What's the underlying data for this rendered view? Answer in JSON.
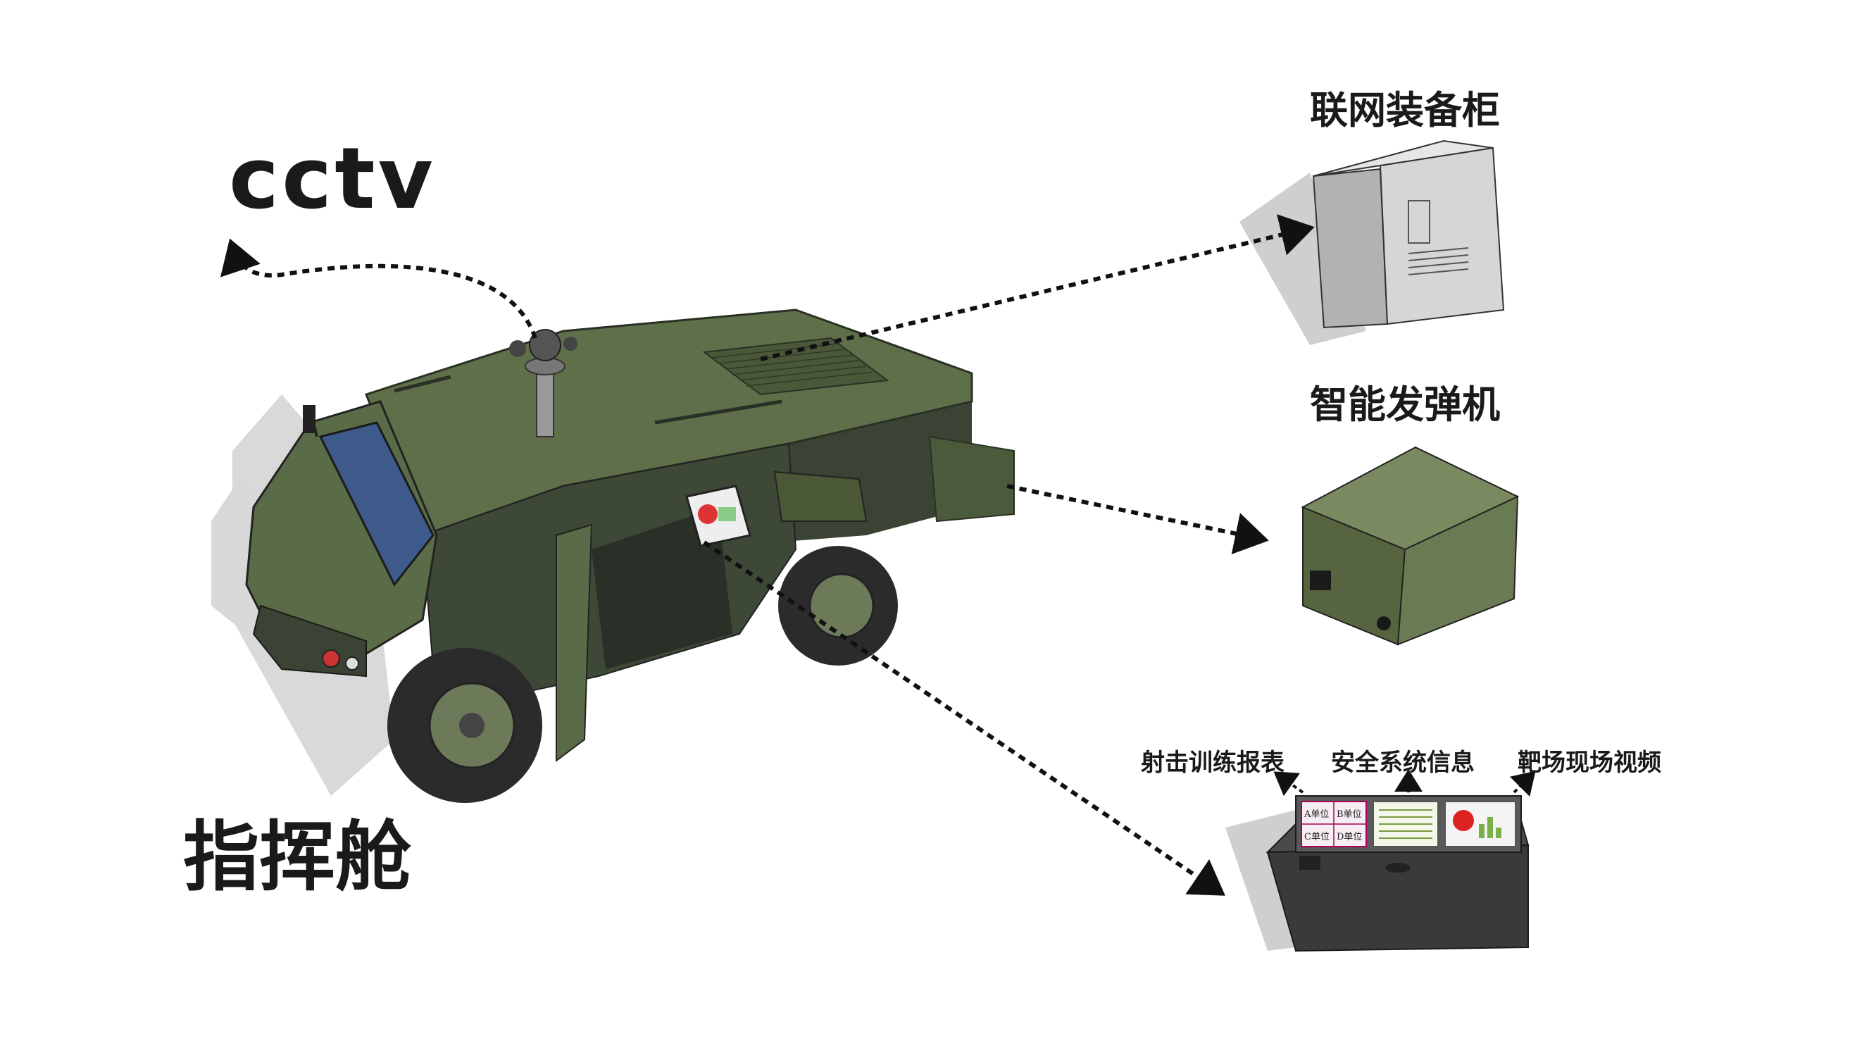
{
  "labels": {
    "cctv": "cctv",
    "command_cabin": "指挥舱",
    "network_cabinet": "联网装备柜",
    "smart_launcher": "智能发弹机",
    "shooting_report": "射击训练报表",
    "safety_info": "安全系统信息",
    "range_video": "靶场现场视频"
  },
  "console_screen": {
    "cells": [
      "A单位",
      "B单位",
      "C单位",
      "D单位"
    ]
  },
  "colors": {
    "vehicle_green": "#5a6b47",
    "vehicle_dark": "#3b4434",
    "cabinet_grey": "#c9c9c9",
    "launcher_green": "#56653f",
    "console_body": "#3a3a3a",
    "arrow": "#111111"
  }
}
